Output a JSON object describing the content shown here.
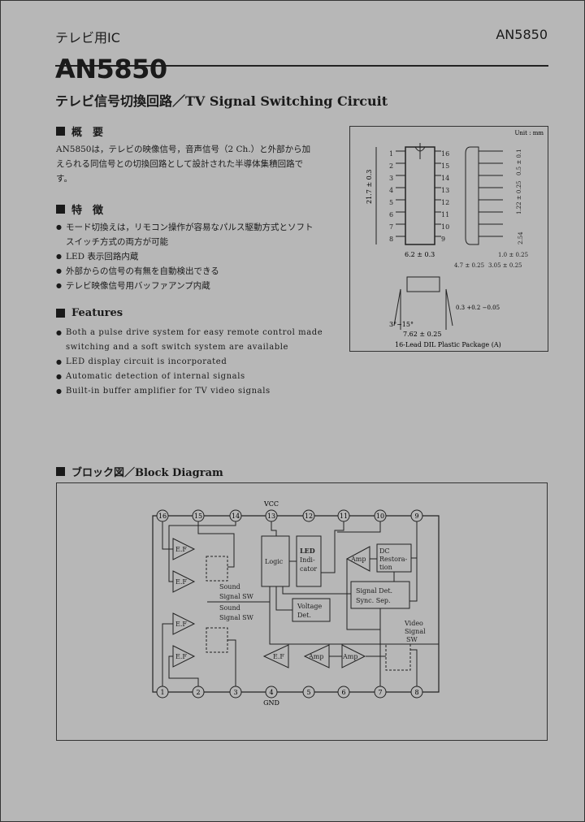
{
  "header": {
    "category": "テレビ用IC",
    "part_number": "AN5850"
  },
  "title": {
    "part_number": "AN5850",
    "subtitle": "テレビ信号切換回路／TV Signal Switching Circuit"
  },
  "overview": {
    "heading": "概　要",
    "text": "AN5850は，テレビの映像信号，音声信号（2 Ch.）と外部から加えられる同信号との切換回路として設計された半導体集積回路です。"
  },
  "features_jp": {
    "heading": "特　徴",
    "items": [
      "モード切換えは，リモコン操作が容易なパルス駆動方式とソフトスイッチ方式の両方が可能",
      "LED 表示回路内蔵",
      "外部からの信号の有無を自動検出できる",
      "テレビ映像信号用バッファアンプ内蔵"
    ]
  },
  "features_en": {
    "heading": "Features",
    "items": [
      "Both a pulse drive system for easy remote control made switching and a soft switch system are available",
      "LED display circuit is incorporated",
      "Automatic detection of internal signals",
      "Built-in buffer amplifier for TV video signals"
    ]
  },
  "package": {
    "unit": "Unit : mm",
    "caption": "16-Lead DIL Plastic Package (A)",
    "pins_left": [
      "1",
      "2",
      "3",
      "4",
      "5",
      "6",
      "7",
      "8"
    ],
    "pins_right": [
      "16",
      "15",
      "14",
      "13",
      "12",
      "11",
      "10",
      "9"
    ],
    "dims": {
      "length": "21.7 ± 0.3",
      "width": "6.2 ± 0.3",
      "pin_width": "0.5 ± 0.1",
      "shoulder": "1.22 ± 0.25",
      "pitch": "2.54",
      "lead": "1.0 ± 0.25",
      "height1": "4.7 ± 0.25",
      "height2": "3.05 ± 0.25",
      "row_spacing": "7.62 ± 0.25",
      "lead_thickness": "0.3 +0.2 −0.05",
      "angle": "3°~15°"
    }
  },
  "block_diagram": {
    "heading": "ブロック図／Block Diagram",
    "top_pins": [
      "16",
      "15",
      "14",
      "13",
      "12",
      "11",
      "10",
      "9"
    ],
    "bottom_pins": [
      "1",
      "2",
      "3",
      "4",
      "5",
      "6",
      "7",
      "8"
    ],
    "vcc_label": "VCC",
    "gnd_label": "GND",
    "blocks": {
      "ef": "E.F",
      "logic": "Logic",
      "led_line1": "LED",
      "led_line2": "Indi-",
      "led_line3": "cator",
      "amp": "Amp",
      "dc_line1": "DC",
      "dc_line2": "Restora-",
      "dc_line3": "tion",
      "sig_line1": "Signal Det.",
      "sig_line2": "Sync. Sep.",
      "volt_line1": "Voltage",
      "volt_line2": "Det.",
      "sound_sw_line1": "Sound",
      "sound_sw_line2": "Signal SW",
      "video_sw_line1": "Video",
      "video_sw_line2": "Signal",
      "video_sw_line3": "SW"
    }
  }
}
